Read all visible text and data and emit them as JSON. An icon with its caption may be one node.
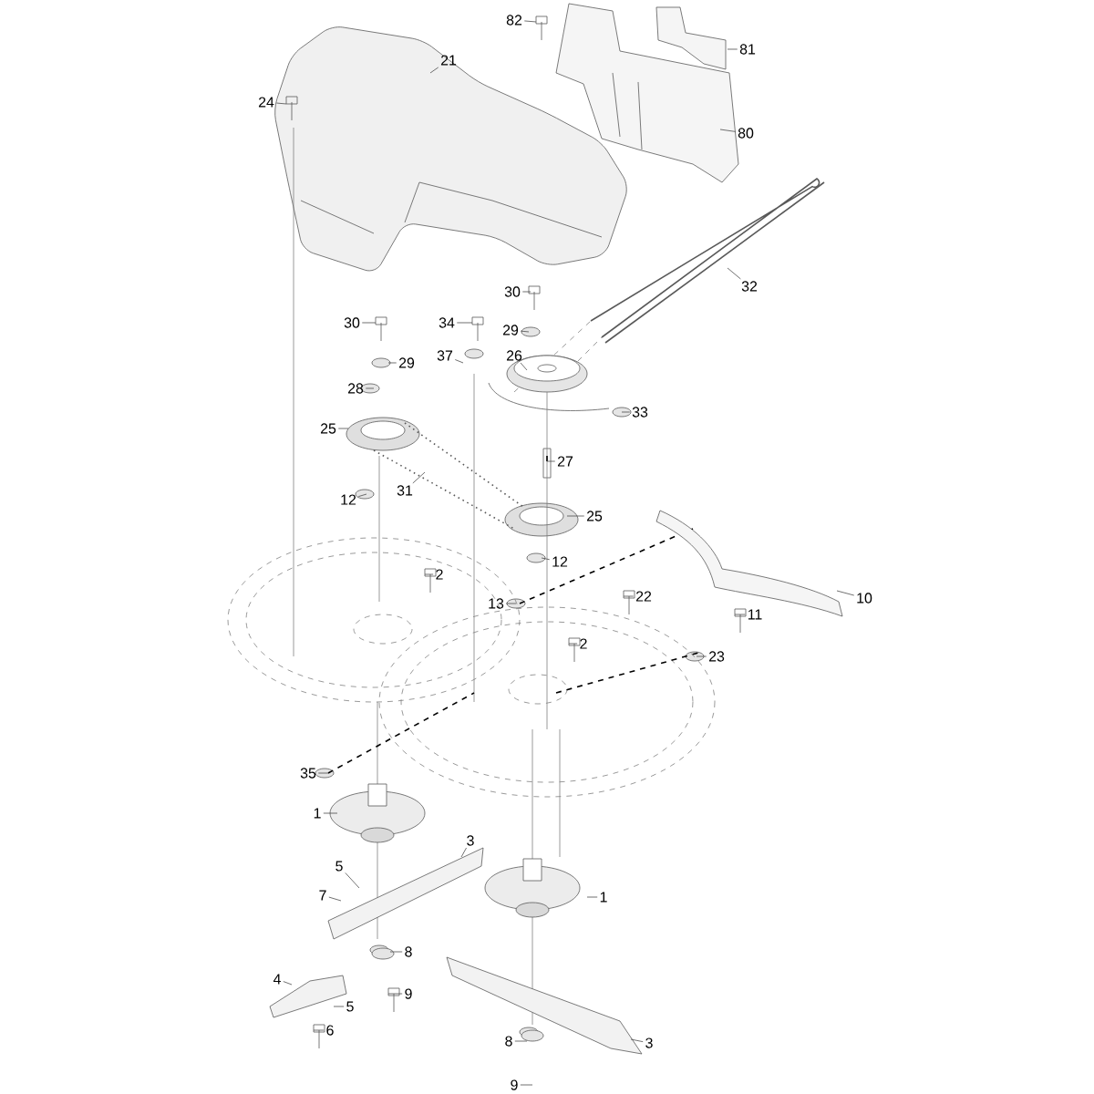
{
  "diagram": {
    "nodes": [
      {
        "text": [
          "82"
        ]
      },
      {
        "text": [
          "81"
        ]
      },
      {
        "text": [
          "21"
        ]
      },
      {
        "text": [
          "24"
        ]
      },
      {
        "text": [
          "80"
        ]
      },
      {
        "text": [
          "32"
        ]
      },
      {
        "text": [
          "30"
        ]
      },
      {
        "text": [
          "30"
        ]
      },
      {
        "text": [
          "34"
        ]
      },
      {
        "text": [
          "29"
        ]
      },
      {
        "text": [
          "37"
        ]
      },
      {
        "text": [
          "26"
        ]
      },
      {
        "text": [
          "29"
        ]
      },
      {
        "text": [
          "28"
        ]
      },
      {
        "text": [
          "33"
        ]
      },
      {
        "text": [
          "25"
        ]
      },
      {
        "text": [
          "27"
        ]
      },
      {
        "text": [
          "31"
        ]
      },
      {
        "text": [
          "12"
        ]
      },
      {
        "text": [
          "25"
        ]
      },
      {
        "text": [
          "12"
        ]
      },
      {
        "text": [
          "2"
        ]
      },
      {
        "text": [
          "22"
        ]
      },
      {
        "text": [
          "10"
        ]
      },
      {
        "text": [
          "13"
        ]
      },
      {
        "text": [
          "11"
        ]
      },
      {
        "text": [
          "2"
        ]
      },
      {
        "text": [
          "23"
        ]
      },
      {
        "text": [
          "35"
        ]
      },
      {
        "text": [
          "1"
        ]
      },
      {
        "text": [
          "3"
        ]
      },
      {
        "text": [
          "5"
        ]
      },
      {
        "text": [
          "7"
        ]
      },
      {
        "text": [
          "1"
        ]
      },
      {
        "text": [
          "8"
        ]
      },
      {
        "text": [
          "4"
        ]
      },
      {
        "text": [
          "9"
        ]
      },
      {
        "text": [
          "5"
        ]
      },
      {
        "text": [
          "6"
        ]
      },
      {
        "text": [
          "8"
        ]
      },
      {
        "text": [
          "3"
        ]
      },
      {
        "text": [
          "9"
        ]
      }
    ],
    "edges": [
      {
        "from": 0,
        "to": null,
        "arrow": "none"
      },
      {
        "from": 1,
        "to": null,
        "arrow": "none"
      },
      {
        "from": 2,
        "to": null,
        "arrow": "none"
      },
      {
        "from": 3,
        "to": null,
        "arrow": "none"
      },
      {
        "from": 4,
        "to": null,
        "arrow": "none"
      },
      {
        "from": 5,
        "to": null,
        "arrow": "none"
      },
      {
        "from": 6,
        "to": null,
        "arrow": "none"
      },
      {
        "from": 7,
        "to": null,
        "arrow": "none"
      },
      {
        "from": 8,
        "to": null,
        "arrow": "none"
      },
      {
        "from": 9,
        "to": null,
        "arrow": "none"
      },
      {
        "from": 10,
        "to": null,
        "arrow": "none"
      },
      {
        "from": 11,
        "to": null,
        "arrow": "none"
      },
      {
        "from": 12,
        "to": null,
        "arrow": "none"
      },
      {
        "from": 13,
        "to": null,
        "arrow": "none"
      },
      {
        "from": 14,
        "to": null,
        "arrow": "none"
      },
      {
        "from": 15,
        "to": null,
        "arrow": "none"
      },
      {
        "from": 16,
        "to": null,
        "arrow": "none"
      },
      {
        "from": 17,
        "to": null,
        "arrow": "none"
      },
      {
        "from": 18,
        "to": null,
        "arrow": "none"
      },
      {
        "from": 19,
        "to": null,
        "arrow": "none"
      },
      {
        "from": 20,
        "to": null,
        "arrow": "none"
      },
      {
        "from": 21,
        "to": null,
        "arrow": "none"
      },
      {
        "from": 22,
        "to": null,
        "arrow": "none"
      },
      {
        "from": 23,
        "to": null,
        "arrow": "none"
      },
      {
        "from": 24,
        "to": null,
        "arrow": "none"
      },
      {
        "from": 25,
        "to": null,
        "arrow": "none"
      },
      {
        "from": 26,
        "to": null,
        "arrow": "none"
      },
      {
        "from": 27,
        "to": null,
        "arrow": "none"
      },
      {
        "from": 28,
        "to": null,
        "arrow": "none"
      },
      {
        "from": 29,
        "to": null,
        "arrow": "none"
      },
      {
        "from": 30,
        "to": null,
        "arrow": "none"
      },
      {
        "from": 31,
        "to": null,
        "arrow": "none"
      },
      {
        "from": 32,
        "to": null,
        "arrow": "none"
      },
      {
        "from": 33,
        "to": null,
        "arrow": "none"
      },
      {
        "from": 34,
        "to": null,
        "arrow": "none"
      },
      {
        "from": 35,
        "to": null,
        "arrow": "none"
      },
      {
        "from": 36,
        "to": null,
        "arrow": "none"
      },
      {
        "from": 37,
        "to": null,
        "arrow": "none"
      },
      {
        "from": 38,
        "to": null,
        "arrow": "none"
      },
      {
        "from": 39,
        "to": null,
        "arrow": "none"
      },
      {
        "from": 40,
        "to": null,
        "arrow": "none"
      },
      {
        "from": 41,
        "to": null,
        "arrow": "none"
      }
    ]
  }
}
